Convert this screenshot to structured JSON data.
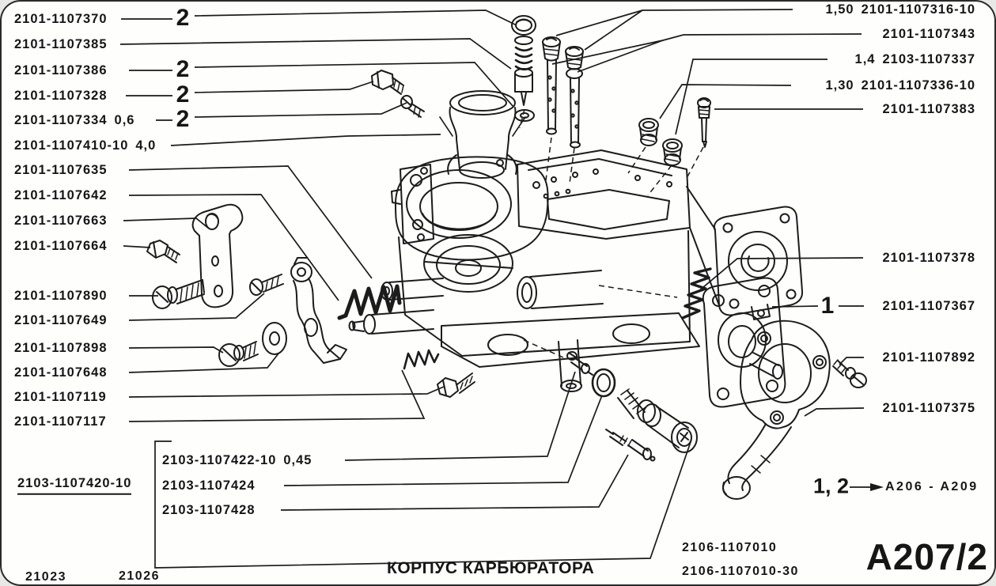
{
  "page": {
    "title": "КОРПУС КАРБЮРАТОРА",
    "sheet_code": "A207/2",
    "model_codes": [
      "21023",
      "21026"
    ],
    "assembly_codes": [
      "2106-1107010",
      "2106-1107010-30"
    ],
    "note": {
      "positions": "1, 2",
      "ref": "A206 - A209"
    }
  },
  "left_labels": [
    {
      "part": "2101-1107370",
      "qty": "2"
    },
    {
      "part": "2101-1107385"
    },
    {
      "part": "2101-1107386",
      "qty": "2"
    },
    {
      "part": "2101-1107328",
      "qty": "2"
    },
    {
      "part": "2101-1107334",
      "size": "0,6",
      "qty": "2"
    },
    {
      "part": "2101-1107410-10",
      "size": "4,0"
    },
    {
      "part": "2101-1107635"
    },
    {
      "part": "2101-1107642"
    },
    {
      "part": "2101-1107663"
    },
    {
      "part": "2101-1107664"
    },
    {
      "part": "2101-1107890"
    },
    {
      "part": "2101-1107649"
    },
    {
      "part": "2101-1107898"
    },
    {
      "part": "2101-1107648"
    },
    {
      "part": "2101-1107119"
    },
    {
      "part": "2101-1107117"
    }
  ],
  "group_labels": {
    "group_part": "2103-1107420-10",
    "members": [
      {
        "part": "2103-1107422-10",
        "size": "0,45"
      },
      {
        "part": "2103-1107424"
      },
      {
        "part": "2103-1107428"
      }
    ]
  },
  "right_labels": [
    {
      "size": "1,50",
      "part": "2101-1107316-10"
    },
    {
      "part": "2101-1107343"
    },
    {
      "size": "1,4",
      "part": "2103-1107337"
    },
    {
      "size": "1,30",
      "part": "2101-1107336-10"
    },
    {
      "part": "2101-1107383"
    },
    {
      "part": "2101-1107378"
    },
    {
      "callout": "1",
      "part": "2101-1107367"
    },
    {
      "part": "2101-1107892"
    },
    {
      "part": "2101-1107375"
    }
  ]
}
